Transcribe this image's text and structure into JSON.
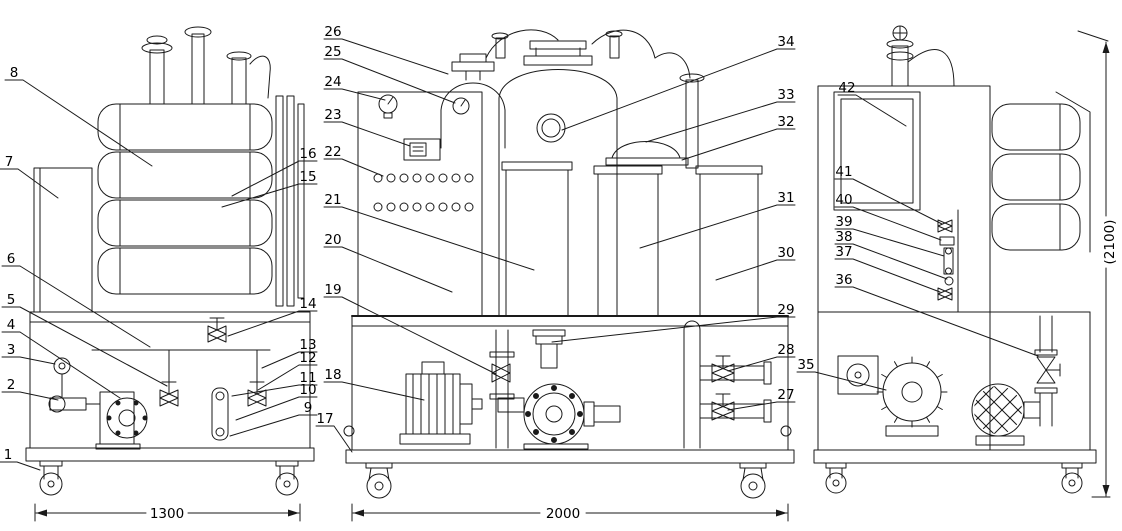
{
  "drawing": {
    "kind": "three-view technical line drawing of an oil purifier machine"
  },
  "callouts": {
    "c1": "1",
    "c2": "2",
    "c3": "3",
    "c4": "4",
    "c5": "5",
    "c6": "6",
    "c7": "7",
    "c8": "8",
    "c9": "9",
    "c10": "10",
    "c11": "11",
    "c12": "12",
    "c13": "13",
    "c14": "14",
    "c15": "15",
    "c16": "16",
    "c17": "17",
    "c18": "18",
    "c19": "19",
    "c20": "20",
    "c21": "21",
    "c22": "22",
    "c23": "23",
    "c24": "24",
    "c25": "25",
    "c26": "26",
    "c27": "27",
    "c28": "28",
    "c29": "29",
    "c30": "30",
    "c31": "31",
    "c32": "32",
    "c33": "33",
    "c34": "34",
    "c35": "35",
    "c36": "36",
    "c37": "37",
    "c38": "38",
    "c39": "39",
    "c40": "40",
    "c41": "41",
    "c42": "42"
  },
  "dimensions": {
    "left_view_width": "1300",
    "front_view_width": "2000",
    "overall_height": "(2100)"
  },
  "colors": {
    "line": "#1a1a1a",
    "background": "#ffffff"
  }
}
